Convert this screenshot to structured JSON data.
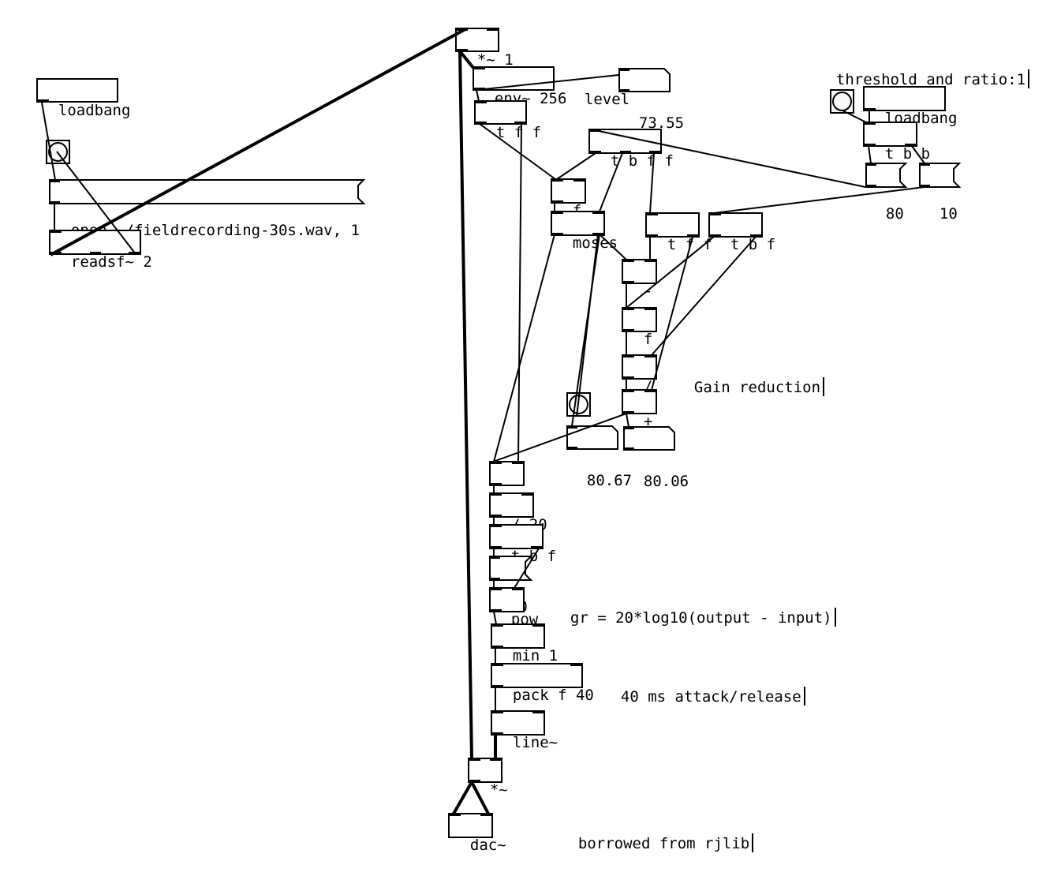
{
  "canvas": {
    "objects": {
      "loadbang_left": "loadbang",
      "readsf": "readsf~ 2",
      "mul_sig_1": "*~ 1",
      "env": "env~ 256",
      "t_f_f_top": "t f f",
      "t_b_f_f": "t b f f",
      "f_top": "f",
      "moses": "moses",
      "t_f_f_mid": "t f f",
      "t_b_f_mid": "t b f",
      "minus_mid": "-",
      "f_mid": "f",
      "div": "/",
      "plus": "+",
      "minus_low": "-",
      "div20": "/ 20",
      "t_b_f_low": "t b f",
      "pow": "pow",
      "min1": "min 1",
      "pack": "pack f 40",
      "line": "line~",
      "mul_sig": "*~",
      "dac": "dac~",
      "loadbang_right": "loadbang",
      "t_b_b": "t b b"
    },
    "messages": {
      "open": "open ./fieldrecording-30s.wav, 1",
      "threshold": "80",
      "ratio": "10",
      "pow_base": "10"
    },
    "numbers": {
      "level": "73.55",
      "moses_value": "80.67",
      "gain_value": "80.06"
    },
    "comments": {
      "level": "level",
      "threshold_ratio": "threshold and ratio:1",
      "gain_reduction": "Gain reduction",
      "formula": "gr = 20*log10(output - input)",
      "attack_release": "40 ms attack/release",
      "credit": "borrowed from rjlib"
    },
    "bangs": [
      "bang-left",
      "bang-mid",
      "bang-right"
    ]
  }
}
